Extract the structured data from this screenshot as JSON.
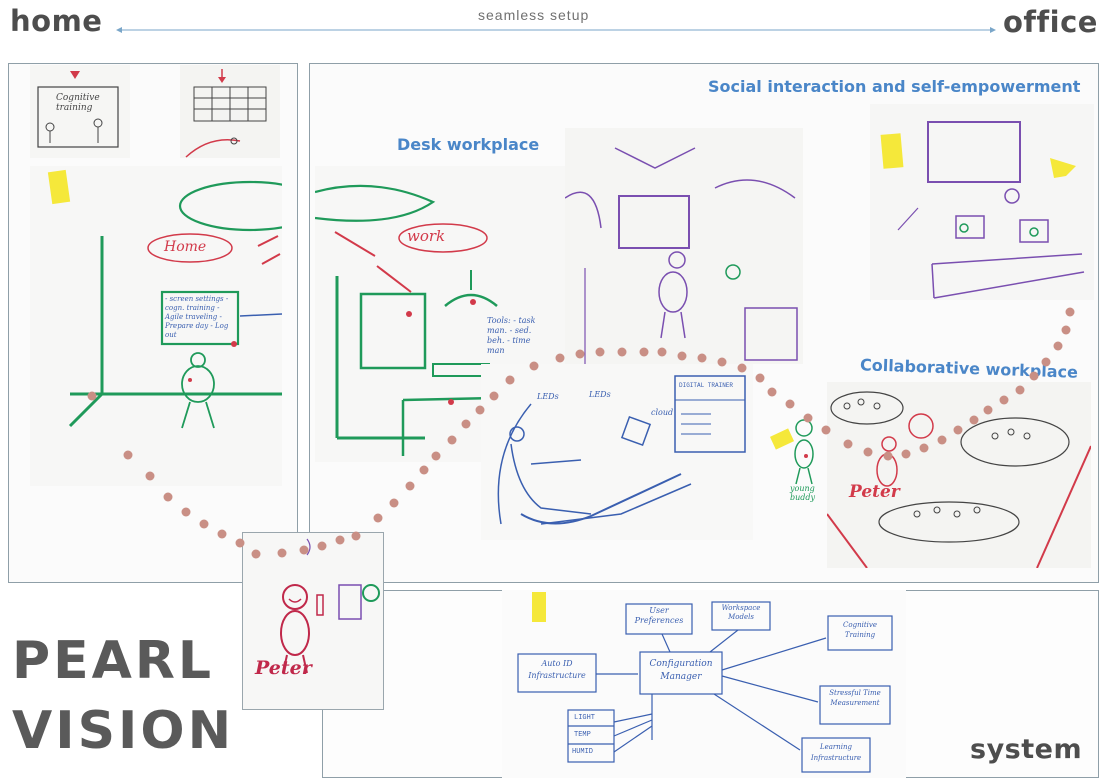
{
  "header": {
    "left_label": "home",
    "center_label": "seamless  setup",
    "right_label": "office"
  },
  "sections": {
    "social": "Social interaction and self-empowerment",
    "desk": "Desk workplace",
    "collab": "Collaborative workplace",
    "system": "system"
  },
  "brand": {
    "line1": "PEARL",
    "line2": "VISION"
  },
  "sketch_labels": {
    "home": "Home",
    "work": "work",
    "peter_collab": "Peter",
    "peter_bottom": "Peter",
    "young_buddy": "young buddy",
    "cognitive_training": "Cognitive training",
    "tools": "Tools: - task man. - sed. beh. - time man",
    "home_list": "- screen settings - cogn. training - Agile traveling - Prepare day - Log out",
    "leds_1": "LEDs",
    "leds_2": "LEDs",
    "cloud": "cloud",
    "digital_trainer": "DIGITAL TRAINER"
  },
  "system_diagram": {
    "user_preferences": "User Preferences",
    "workspace_models": "Workspace Models",
    "cognitive_training": "Cognitive Training",
    "auto_id": "Auto ID Infrastructure",
    "config_manager": "Configuration Manager",
    "stressful_time": "Stressful Time Measurement",
    "learning_infra": "Learning Infrastructure",
    "light": "LIGHT",
    "temp": "TEMP",
    "humid": "HUMID"
  },
  "colors": {
    "accent_blue": "#4a86c8",
    "dots": "#c98f85",
    "sticky": "#f5e83a",
    "green_marker": "#1f9a5a",
    "red_marker": "#d23a4a",
    "purple_marker": "#7a4fb0",
    "blue_ink": "#3a5fb0"
  }
}
